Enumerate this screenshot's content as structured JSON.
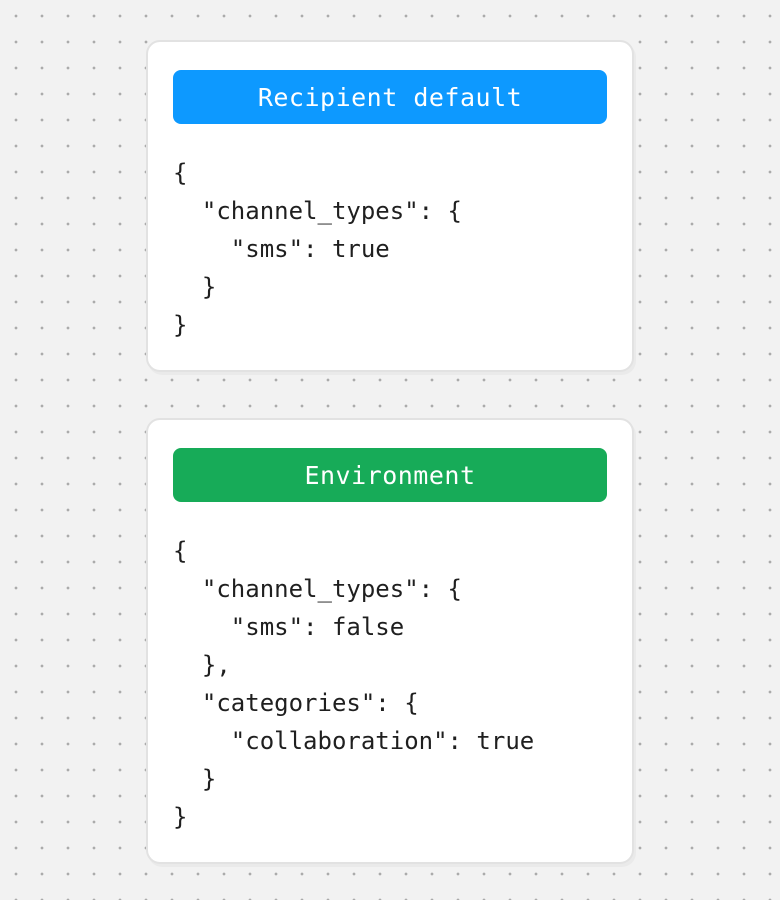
{
  "theme": {
    "page_background": "#f2f2f2",
    "dot_color": "#ababab",
    "card_background": "#ffffff",
    "card_border": "#e2e2e2",
    "header_blue": "#0d99ff",
    "header_green": "#17ab58",
    "header_text_color": "#ffffff",
    "code_text_color": "#1f1f1f"
  },
  "cards": [
    {
      "title": "Recipient default",
      "title_bg_color": "#0d99ff",
      "code_lines": [
        "{",
        "  \"channel_types\": {",
        "    \"sms\": true",
        "  }",
        "}"
      ]
    },
    {
      "title": "Environment",
      "title_bg_color": "#17ab58",
      "code_lines": [
        "{",
        "  \"channel_types\": {",
        "    \"sms\": false",
        "  },",
        "  \"categories\": {",
        "    \"collaboration\": true",
        "  }",
        "}"
      ]
    }
  ]
}
